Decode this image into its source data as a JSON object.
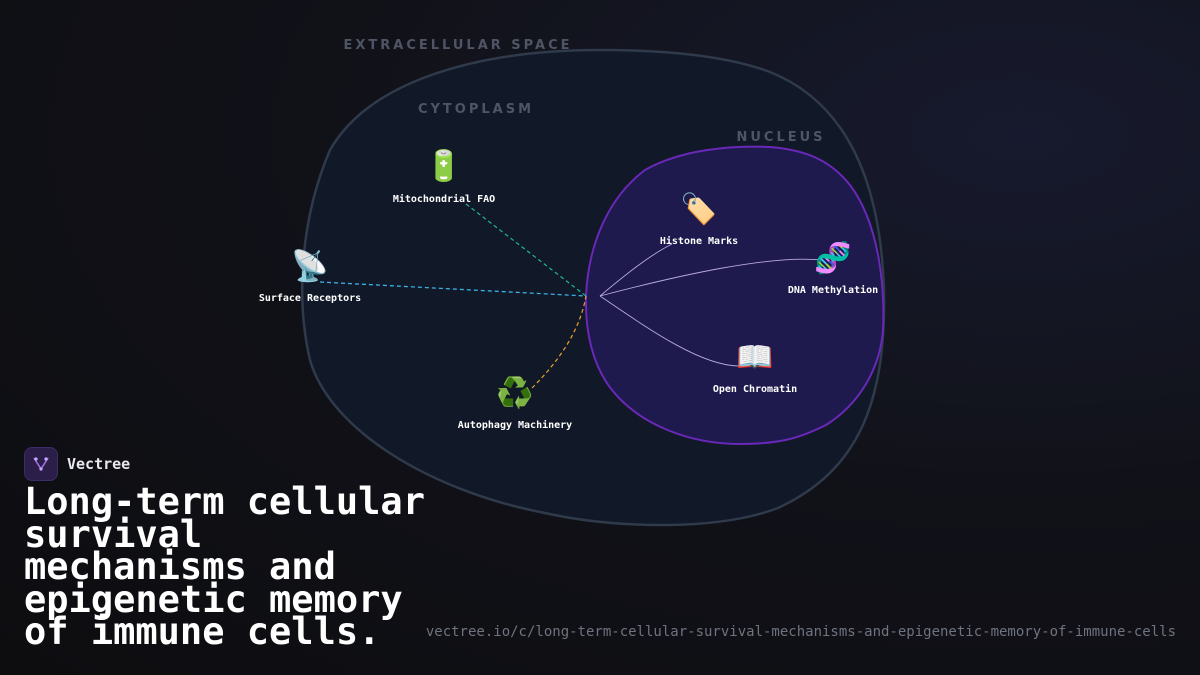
{
  "zones": {
    "extracellular": "EXTRACELLULAR SPACE",
    "cytoplasm": "CYTOPLASM",
    "nucleus": "NUCLEUS"
  },
  "nodes": {
    "mitochondrial_fao": {
      "label": "Mitochondrial FAO",
      "icon": "🔋",
      "icon_name": "battery-icon"
    },
    "surface_receptors": {
      "label": "Surface Receptors",
      "icon": "📡",
      "icon_name": "satellite-dish-icon"
    },
    "autophagy": {
      "label": "Autophagy Machinery",
      "icon": "♻️",
      "icon_name": "recycle-icon"
    },
    "histone_marks": {
      "label": "Histone Marks",
      "icon": "🏷️",
      "icon_name": "tag-icon"
    },
    "dna_methylation": {
      "label": "DNA Methylation",
      "icon": "🧬",
      "icon_name": "dna-icon"
    },
    "open_chromatin": {
      "label": "Open Chromatin",
      "icon": "📖",
      "icon_name": "open-book-icon"
    }
  },
  "colors": {
    "cell_fill": "#111827",
    "cell_stroke": "#2f3a4a",
    "nucleus_fill": "#1e1a4d",
    "nucleus_stroke": "#6a28b8",
    "link_fao": "#1fb5a0",
    "link_receptors": "#3ab0e8",
    "link_autophagy": "#e8a030",
    "link_nucleus": "#b9a8e6"
  },
  "brand": {
    "name": "Vectree"
  },
  "title": "Long-term cellular survival mechanisms and epigenetic memory of immune cells.",
  "url": "vectree.io/c/long-term-cellular-survival-mechanisms-and-epigenetic-memory-of-immune-cells"
}
